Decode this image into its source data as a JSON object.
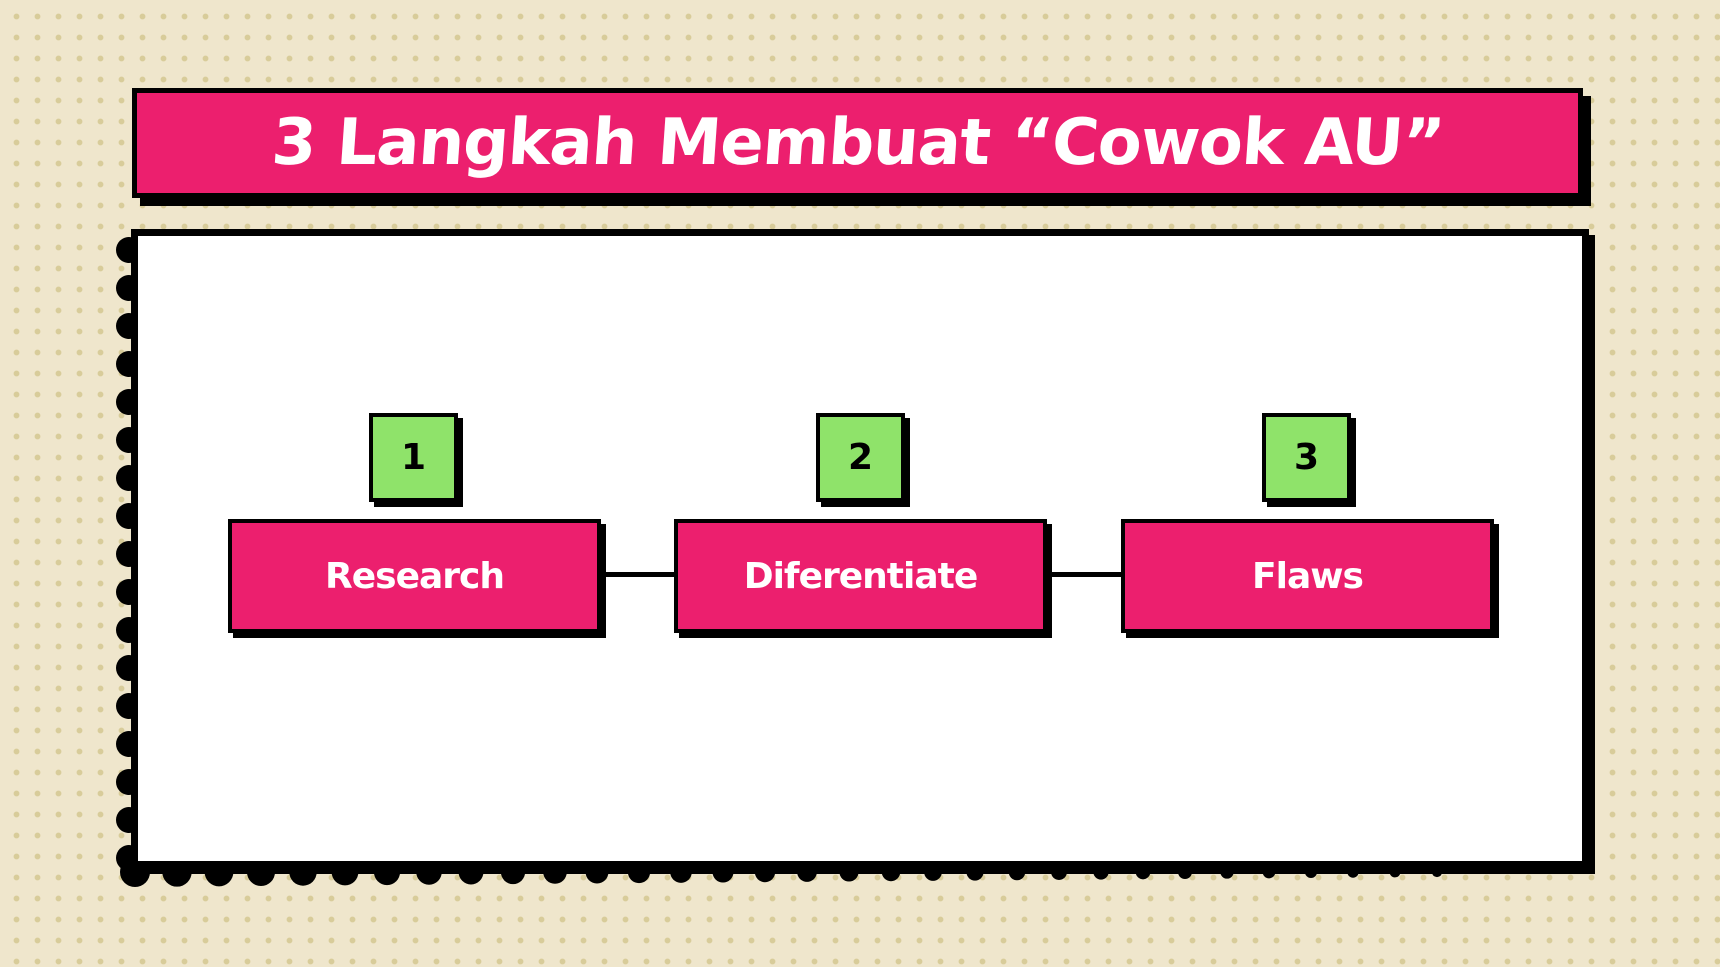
{
  "title": "3 Langkah Membuat “Cowok AU”",
  "steps": [
    {
      "number": "1",
      "label": "Research"
    },
    {
      "number": "2",
      "label": "Diferentiate"
    },
    {
      "number": "3",
      "label": "Flaws"
    }
  ],
  "colors": {
    "background": "#efe6cc",
    "dots": "#d8cc9a",
    "banner": "#ec1f6e",
    "badge": "#8fe36a",
    "outline": "#000000",
    "panel": "#ffffff"
  }
}
